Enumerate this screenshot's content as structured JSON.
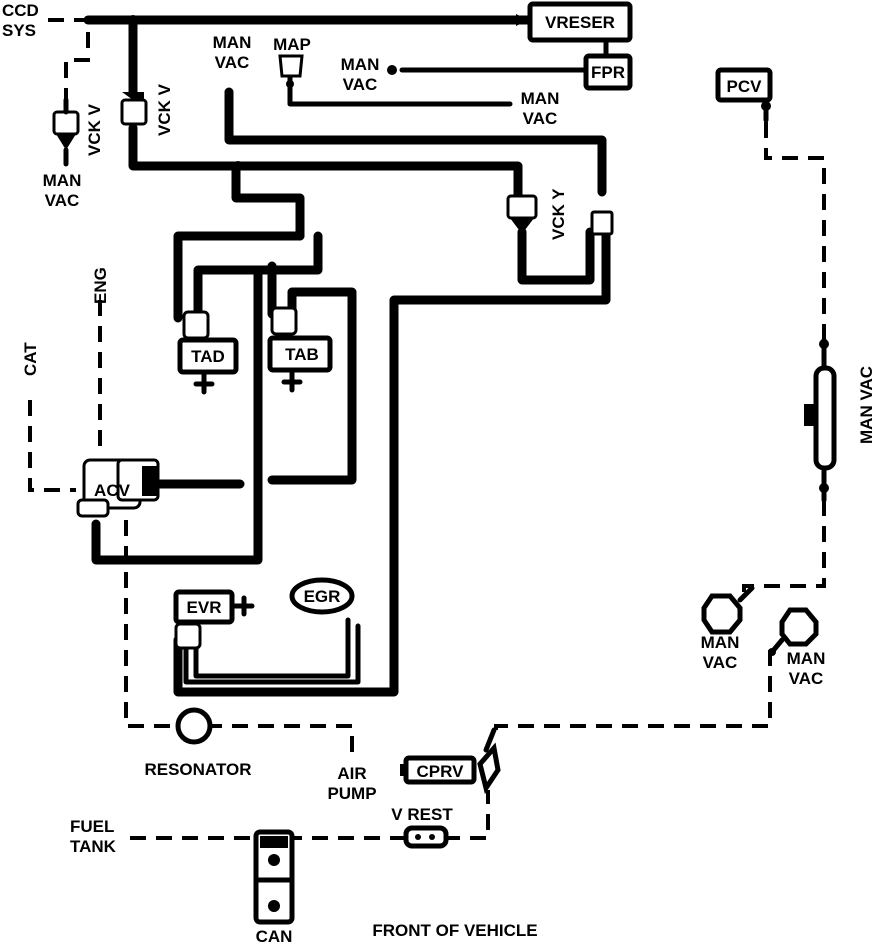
{
  "labels": {
    "ccd_sys_1": "CCD",
    "ccd_sys_2": "SYS",
    "vreser": "VRESER",
    "man_vac_top_1": "MAN",
    "man_vac_top_2": "VAC",
    "map": "MAP",
    "man_vac_fpr_1": "MAN",
    "man_vac_fpr_2": "VAC",
    "fpr": "FPR",
    "man_vac_right_1": "MAN",
    "man_vac_right_2": "VAC",
    "vck_v_left": "VCK V",
    "vck_v_center": "VCK V",
    "man_vac_left_1": "MAN",
    "man_vac_left_2": "VAC",
    "vck_y": "VCK Y",
    "pcv": "PCV",
    "eng": "ENG",
    "cat": "CAT",
    "tad": "TAD",
    "tab": "TAB",
    "acv": "ACV",
    "man_vac_vertical": "MAN VAC",
    "evr": "EVR",
    "egr": "EGR",
    "man_vac_bl_1": "MAN",
    "man_vac_bl_2": "VAC",
    "man_vac_br_1": "MAN",
    "man_vac_br_2": "VAC",
    "resonator": "RESONATOR",
    "air_pump_1": "AIR",
    "air_pump_2": "PUMP",
    "cprv": "CPRV",
    "fuel_tank_1": "FUEL",
    "fuel_tank_2": "TANK",
    "v_rest": "V REST",
    "can": "CAN",
    "front_of_vehicle": "FRONT OF VEHICLE"
  }
}
